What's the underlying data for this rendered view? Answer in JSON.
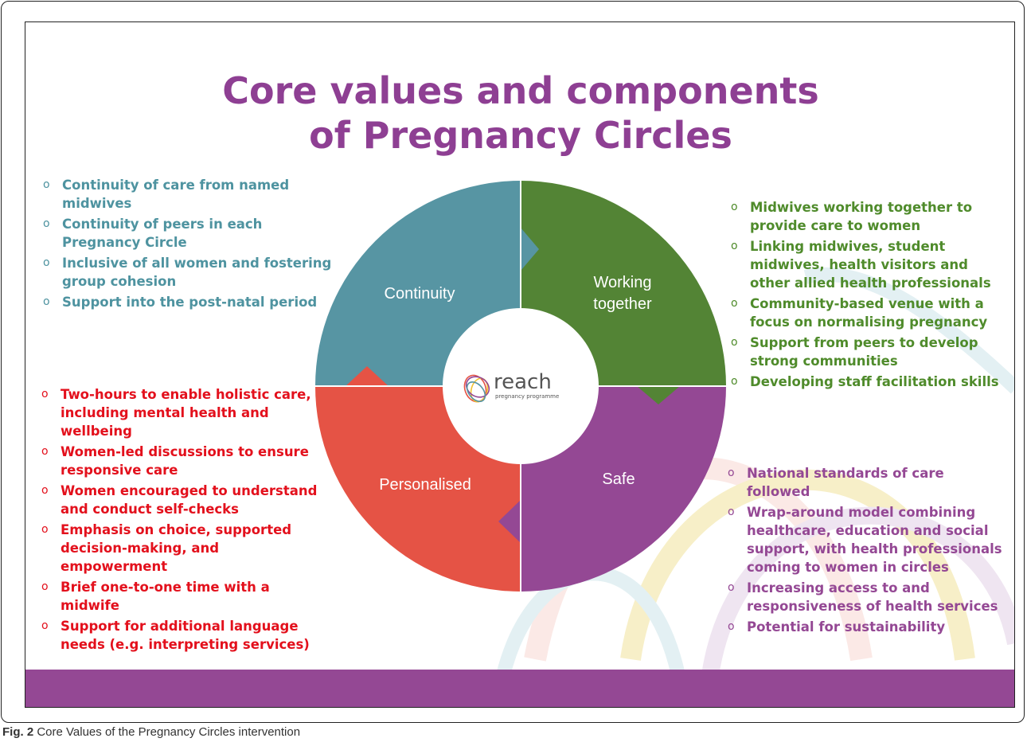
{
  "title": {
    "line1": "Core values and components",
    "line2": "of Pregnancy Circles"
  },
  "segments": [
    {
      "label": "Continuity",
      "color": "#5795a3"
    },
    {
      "label_line1": "Working",
      "label_line2": "together",
      "color": "#538435"
    },
    {
      "label": "Personalised",
      "color": "#e55345"
    },
    {
      "label": "Safe",
      "color": "#944894"
    }
  ],
  "logo": {
    "word": "reach",
    "sub": "pregnancy programme"
  },
  "lists": {
    "continuity": [
      "Continuity of care from named midwives",
      "Continuity of peers in each Pregnancy Circle",
      "Inclusive of all women and fostering group cohesion",
      "Support into the post-natal period"
    ],
    "working_together": [
      "Midwives working together to provide care to women",
      "Linking midwives, student midwives, health visitors and other allied health professionals",
      "Community-based venue with a focus on normalising pregnancy",
      "Support from peers to develop strong communities",
      "Developing staff facilitation skills"
    ],
    "personalised": [
      "Two-hours to enable holistic care, including mental health and wellbeing",
      "Women-led discussions to ensure responsive care",
      "Women encouraged to understand and conduct self-checks",
      "Emphasis on choice, supported decision-making, and empowerment",
      "Brief one-to-one time with a midwife",
      "Support for additional language needs (e.g. interpreting services)"
    ],
    "safe": [
      "National standards of care followed",
      "Wrap-around model combining healthcare, education and social support, with health professionals coming to women in circles",
      "Increasing access to and responsiveness of health services",
      "Potential for sustainability"
    ]
  },
  "bullet_symbol": "o",
  "caption": {
    "label": "Fig. 2",
    "text": " Core Values of the Pregnancy Circles intervention"
  }
}
